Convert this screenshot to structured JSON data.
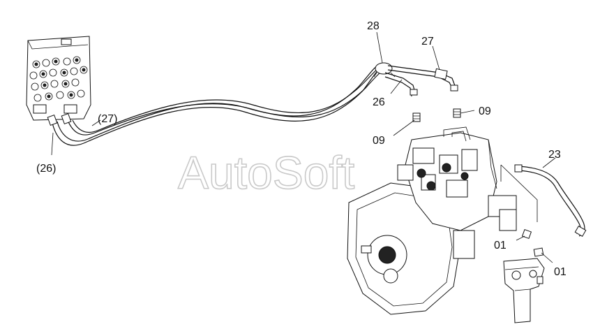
{
  "diagram": {
    "watermark": "AutoSoft",
    "callouts": {
      "c28": "28",
      "c27": "27",
      "c26": "26",
      "c09a": "09",
      "c09b": "09",
      "c27p": "(27)",
      "c26p": "(26)",
      "c23": "23",
      "c01a": "01",
      "c01b": "01"
    }
  }
}
